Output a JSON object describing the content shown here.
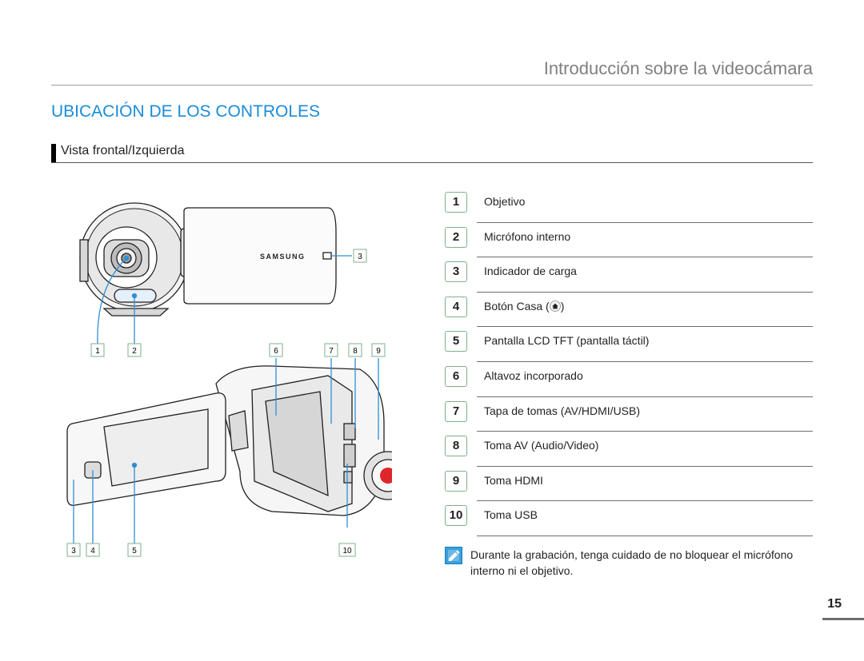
{
  "header": {
    "title": "Introducción sobre la videocámara"
  },
  "section": {
    "title": "UBICACIÓN DE LOS CONTROLES",
    "subheading": "Vista frontal/Izquierda"
  },
  "figure": {
    "logo_text": "SAMSUNG",
    "callouts": [
      "1",
      "2",
      "3",
      "6",
      "7",
      "8",
      "9",
      "3",
      "4",
      "5",
      "10"
    ]
  },
  "legend": [
    {
      "num": "1",
      "label": "Objetivo"
    },
    {
      "num": "2",
      "label": "Micrófono interno"
    },
    {
      "num": "3",
      "label": "Indicador de carga"
    },
    {
      "num": "4",
      "label": "Botón Casa (",
      "label_suffix": ")",
      "icon": "home-icon"
    },
    {
      "num": "5",
      "label": "Pantalla LCD TFT (pantalla táctil)"
    },
    {
      "num": "6",
      "label": "Altavoz incorporado"
    },
    {
      "num": "7",
      "label": "Tapa de tomas (AV/HDMI/USB)"
    },
    {
      "num": "8",
      "label": "Toma AV (Audio/Video)"
    },
    {
      "num": "9",
      "label": "Toma HDMI"
    },
    {
      "num": "10",
      "label": "Toma USB"
    }
  ],
  "note": {
    "icon": "note-icon",
    "text": "Durante la grabación, tenga cuidado de no bloquear el micrófono interno ni el objetivo."
  },
  "page": {
    "number": "15"
  },
  "colors": {
    "accent": "#1a8cd8",
    "callout_border": "#7fb08a",
    "leader": "#2f8fd6",
    "record": "#e0262a"
  }
}
